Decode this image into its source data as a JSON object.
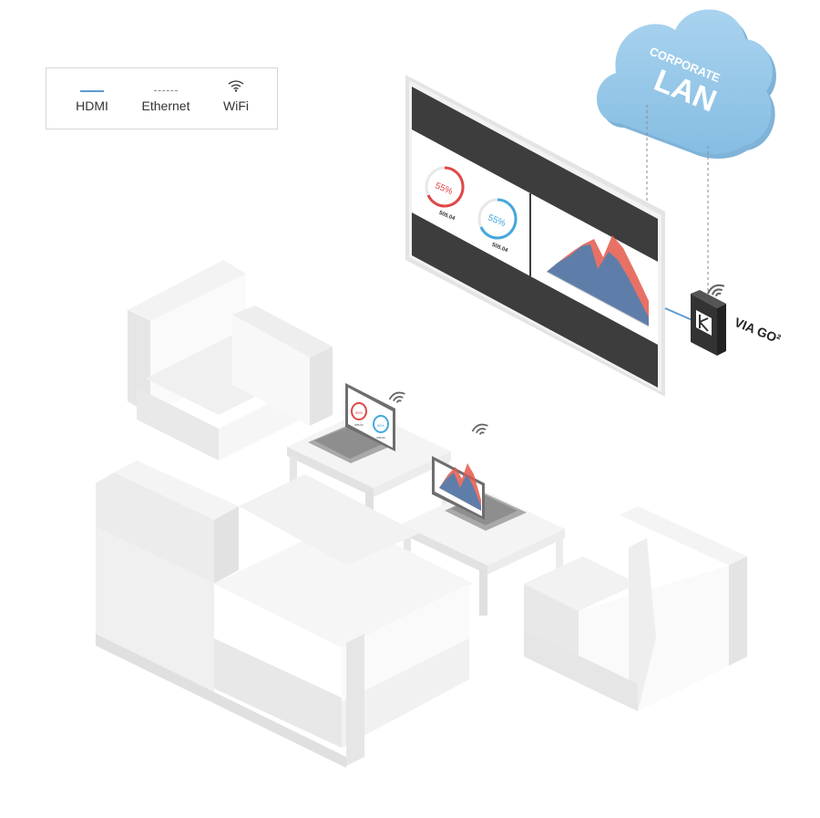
{
  "legend": {
    "hdmi_label": "HDMI",
    "ethernet_label": "Ethernet",
    "wifi_label": "WiFi"
  },
  "cloud": {
    "line1": "CORPORATE",
    "line2": "LAN"
  },
  "device": {
    "label": "VIA GO²"
  },
  "display": {
    "left_gauge_value": "55%",
    "left_gauge_caption": "505.04",
    "right_gauge_value": "55%",
    "right_gauge_caption": "505.04"
  },
  "laptop1": {
    "gauge1_value": "55%",
    "gauge2_value": "55%",
    "caption1": "505.04",
    "caption2": "505.04"
  },
  "colors": {
    "hdmi": "#5b9bd0",
    "ethernet": "#8a8a8a",
    "cloud": "#8fc3e6",
    "gauge_red": "#e04848",
    "gauge_blue": "#45a7dc",
    "screen_dark": "#3d3d3d",
    "furniture": "#efefef"
  }
}
